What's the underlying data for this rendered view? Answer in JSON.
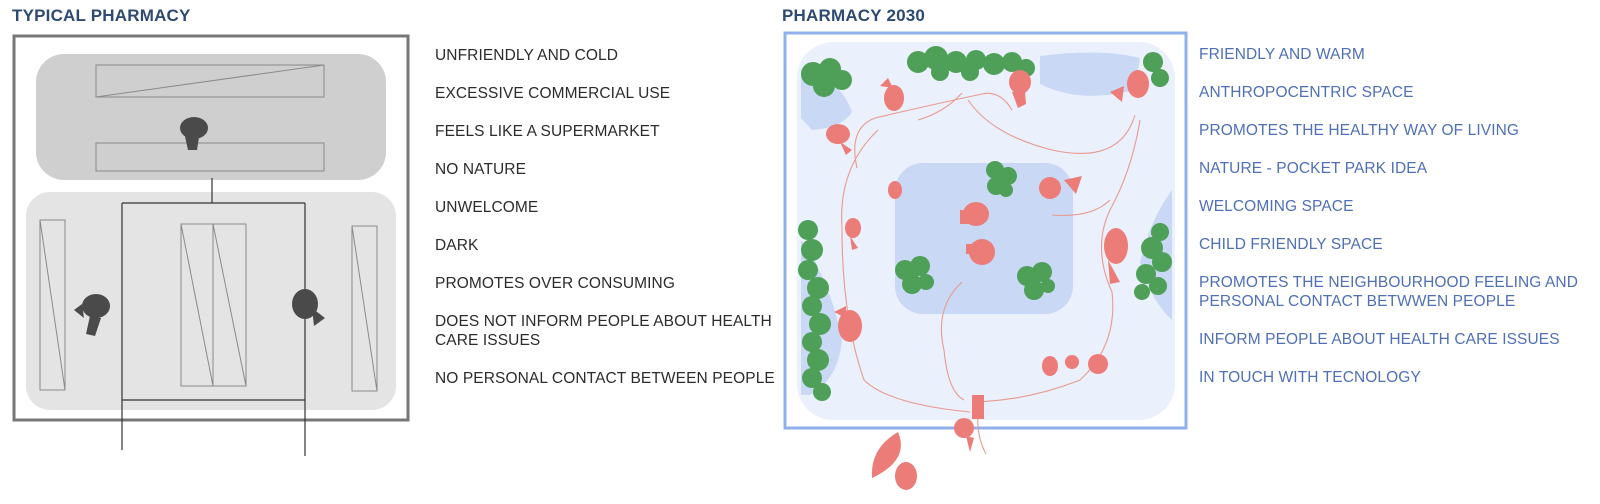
{
  "titles": {
    "typical": "TYPICAL PHARMACY",
    "future": "PHARMACY 2030"
  },
  "typical_traits": [
    "UNFRIENDLY AND COLD",
    "EXCESSIVE COMMERCIAL USE",
    "FEELS LIKE A SUPERMARKET",
    "NO NATURE",
    "UNWELCOME",
    "DARK",
    "PROMOTES OVER CONSUMING",
    "DOES NOT INFORM PEOPLE ABOUT HEALTH\nCARE ISSUES",
    "NO PERSONAL CONTACT BETWEEN PEOPLE"
  ],
  "future_traits": [
    "FRIENDLY AND WARM",
    "ANTHROPOCENTRIC SPACE",
    "PROMOTES THE HEALTHY WAY OF LIVING",
    "NATURE - POCKET PARK IDEA",
    "WELCOMING SPACE",
    "CHILD FRIENDLY SPACE",
    "PROMOTES THE NEIGHBOURHOOD FEELING AND\nPERSONAL CONTACT BETWWEN PEOPLE",
    "INFORM PEOPLE ABOUT HEALTH CARE ISSUES",
    "IN TOUCH WITH TECNOLOGY"
  ],
  "colors": {
    "title": "#2d4a72",
    "typical_text": "#2b2b2b",
    "future_text": "#4f6fb6",
    "person_dark": "#4a4a4a",
    "person_coral": "#ec7c78",
    "tree_green": "#4e9f58",
    "zone_blue": "#c9d8f5"
  }
}
